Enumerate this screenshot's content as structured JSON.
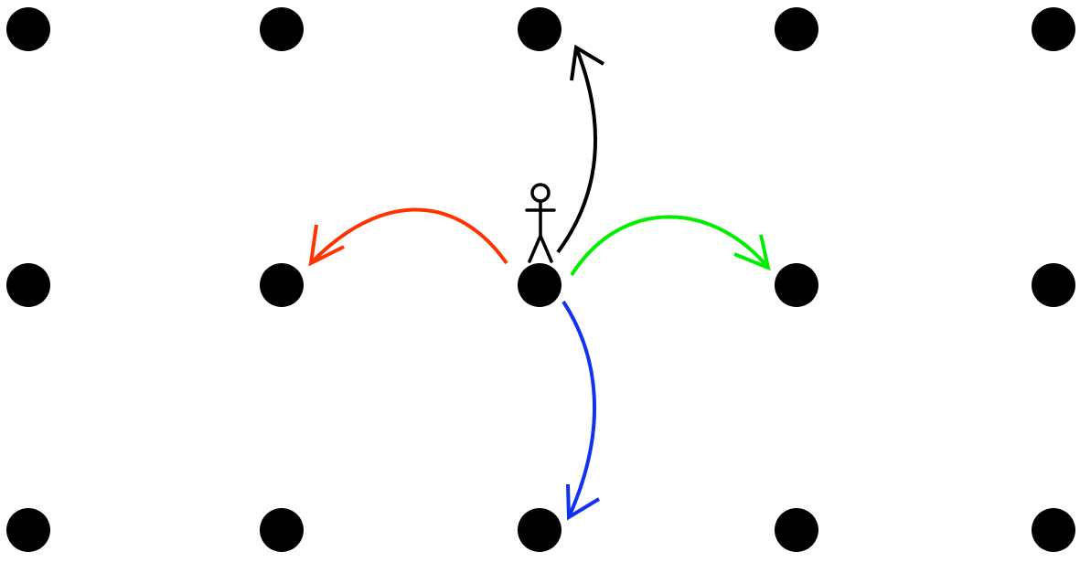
{
  "diagram": {
    "grid": {
      "rows": 3,
      "cols": 5,
      "node_color": "#000000"
    },
    "walker": {
      "icon": "stick-figure-icon",
      "row": 1,
      "col": 2
    },
    "moves": [
      {
        "direction": "up",
        "to_row": 0,
        "to_col": 2,
        "color": "#000000"
      },
      {
        "direction": "left",
        "to_row": 1,
        "to_col": 1,
        "color": "#ff3300"
      },
      {
        "direction": "right",
        "to_row": 1,
        "to_col": 3,
        "color": "#00ee00"
      },
      {
        "direction": "down",
        "to_row": 2,
        "to_col": 2,
        "color": "#1133ee"
      }
    ]
  }
}
